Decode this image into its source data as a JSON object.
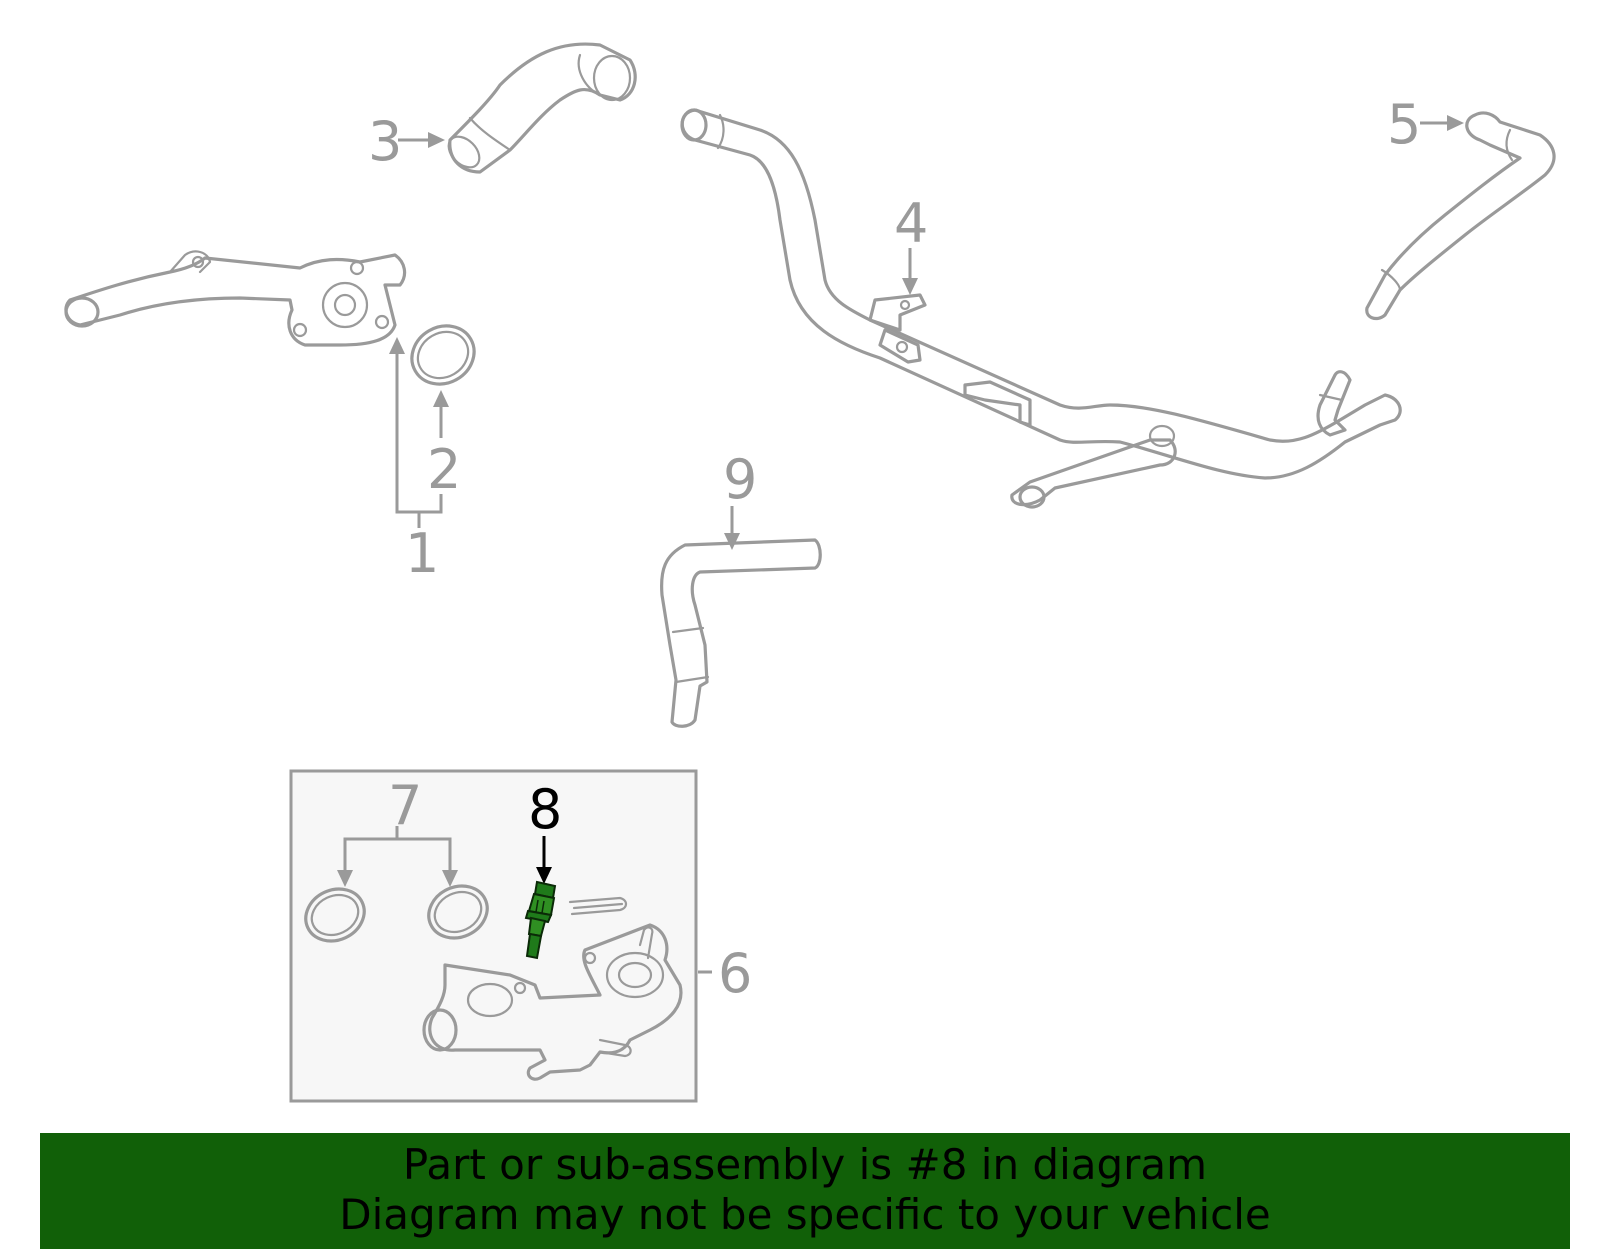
{
  "callouts": {
    "c1": "1",
    "c2": "2",
    "c3": "3",
    "c4": "4",
    "c5": "5",
    "c6": "6",
    "c7": "7",
    "c8": "8",
    "c9": "9"
  },
  "highlighted_part": "8",
  "banner": {
    "line1": "Part or sub-assembly is #8 in diagram",
    "line2": "Diagram may not be specific to your vehicle"
  },
  "colors": {
    "line_art": "#9a9a9a",
    "highlight_part": "#1f7a1a",
    "banner_bg": "#116008",
    "inset_bg": "#f7f7f7"
  }
}
